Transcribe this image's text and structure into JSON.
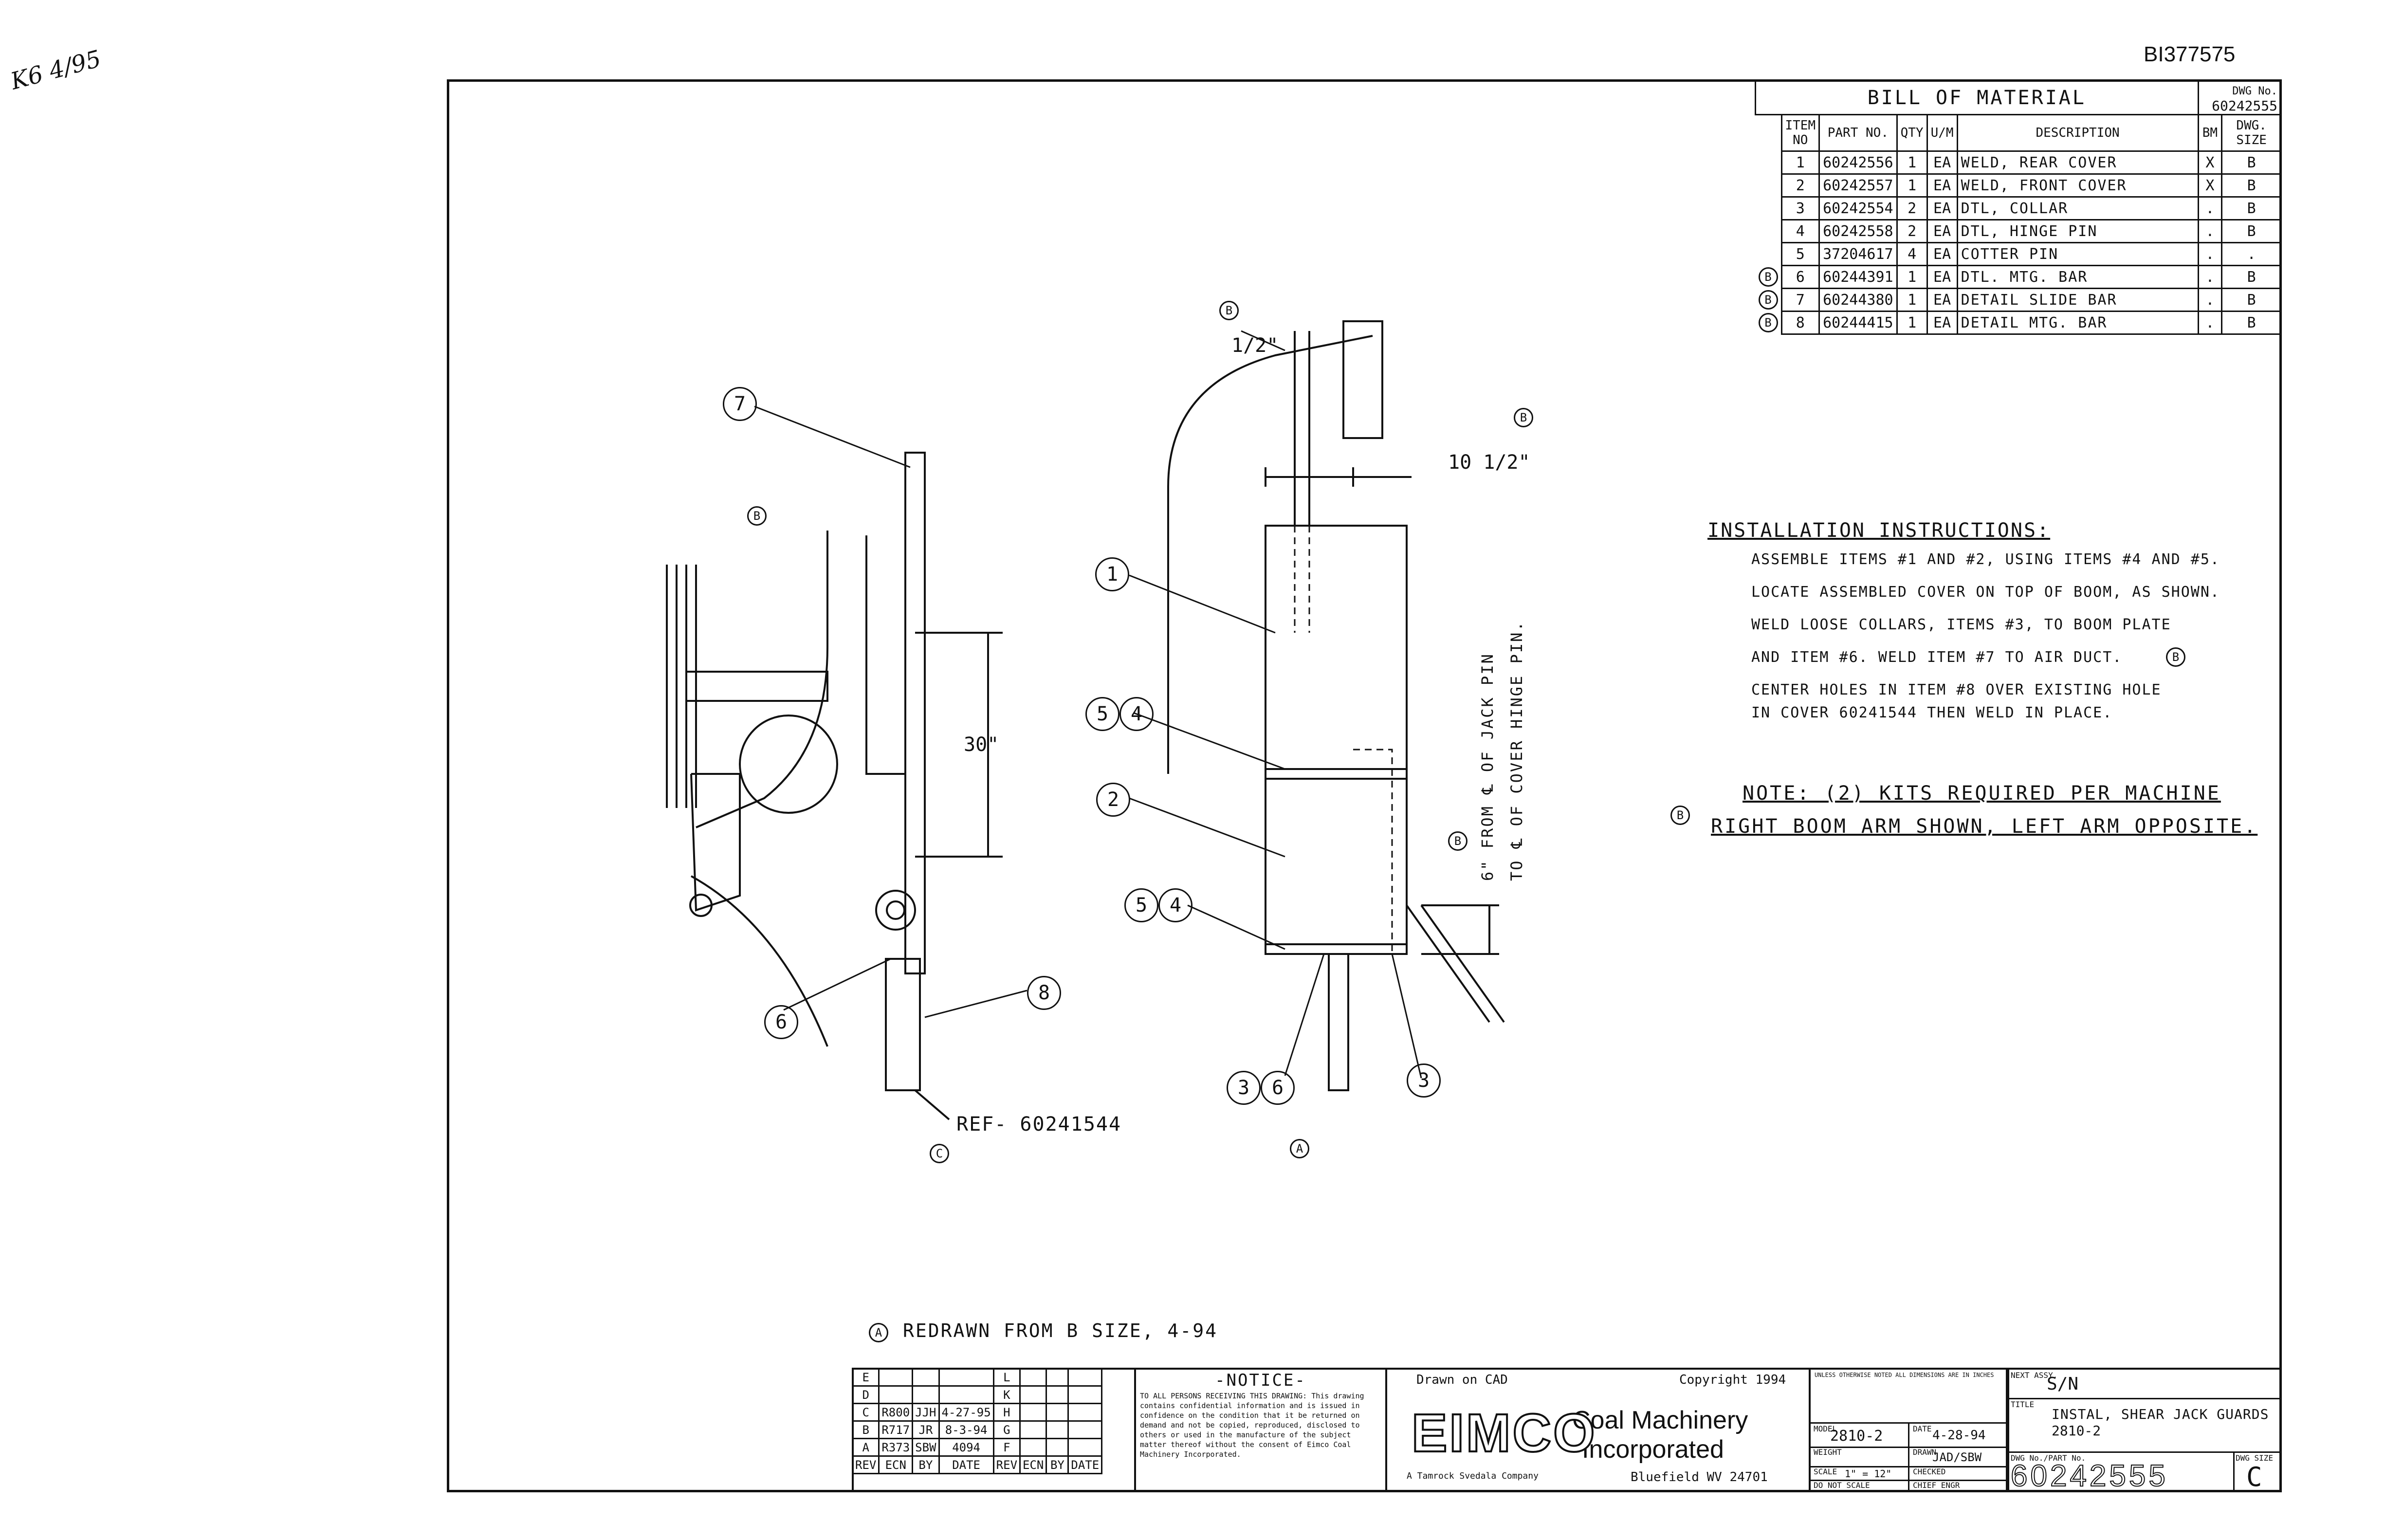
{
  "document_number": "BI377575",
  "handwritten_note": "K6 4/95",
  "bom": {
    "title": "BILL OF MATERIAL",
    "dwg_label": "DWG No.",
    "dwg_number": "60242555",
    "headers": [
      "ITEM NO",
      "PART NO.",
      "QTY",
      "U/M",
      "DESCRIPTION",
      "BM",
      "DWG. SIZE"
    ],
    "rows": [
      {
        "rev": "",
        "item": "1",
        "part": "60242556",
        "qty": "1",
        "um": "EA",
        "desc": "WELD, REAR COVER",
        "bm": "X",
        "size": "B"
      },
      {
        "rev": "",
        "item": "2",
        "part": "60242557",
        "qty": "1",
        "um": "EA",
        "desc": "WELD, FRONT COVER",
        "bm": "X",
        "size": "B"
      },
      {
        "rev": "",
        "item": "3",
        "part": "60242554",
        "qty": "2",
        "um": "EA",
        "desc": "DTL, COLLAR",
        "bm": ".",
        "size": "B"
      },
      {
        "rev": "",
        "item": "4",
        "part": "60242558",
        "qty": "2",
        "um": "EA",
        "desc": "DTL, HINGE PIN",
        "bm": ".",
        "size": "B"
      },
      {
        "rev": "",
        "item": "5",
        "part": "37204617",
        "qty": "4",
        "um": "EA",
        "desc": "COTTER PIN",
        "bm": ".",
        "size": "."
      },
      {
        "rev": "B",
        "item": "6",
        "part": "60244391",
        "qty": "1",
        "um": "EA",
        "desc": "DTL. MTG. BAR",
        "bm": ".",
        "size": "B"
      },
      {
        "rev": "B",
        "item": "7",
        "part": "60244380",
        "qty": "1",
        "um": "EA",
        "desc": "DETAIL SLIDE BAR",
        "bm": ".",
        "size": "B"
      },
      {
        "rev": "B",
        "item": "8",
        "part": "60244415",
        "qty": "1",
        "um": "EA",
        "desc": "DETAIL MTG. BAR",
        "bm": ".",
        "size": "B"
      }
    ]
  },
  "instructions": {
    "title": "INSTALLATION INSTRUCTIONS:",
    "lines": [
      "ASSEMBLE ITEMS #1 AND #2, USING ITEMS #4 AND #5.",
      "LOCATE ASSEMBLED COVER ON TOP OF BOOM, AS SHOWN.",
      "WELD LOOSE COLLARS, ITEMS #3, TO BOOM PLATE",
      "AND ITEM #6. WELD ITEM #7 TO AIR DUCT.",
      "CENTER HOLES IN ITEM #8 OVER EXISTING HOLE",
      "IN COVER 60241544 THEN WELD IN PLACE."
    ],
    "rev_flag": "B"
  },
  "note": {
    "line1": "NOTE: (2) KITS REQUIRED PER MACHINE",
    "line2": "RIGHT BOOM ARM SHOWN, LEFT ARM OPPOSITE.",
    "rev_flag": "B"
  },
  "drawing_labels": {
    "dim_half": "1/2\"",
    "dim_ten_half": "10 1/2\"",
    "dim_thirty": "30\"",
    "dim_jack_pin": "6\" FROM ℄ OF JACK PIN",
    "dim_hinge_pin": "TO ℄ OF COVER HINGE PIN.",
    "ref_label": "REF- 60241544",
    "callouts": [
      "1",
      "2",
      "3",
      "4",
      "5",
      "6",
      "7",
      "8"
    ],
    "rev_marks": [
      "A",
      "B",
      "C"
    ]
  },
  "redrawn_note": {
    "flag": "A",
    "text": "REDRAWN FROM B SIZE, 4-94"
  },
  "revision_block": {
    "rows": [
      {
        "rev": "E",
        "ecn": "",
        "by": "",
        "date": "",
        "rev2": "L"
      },
      {
        "rev": "D",
        "ecn": "",
        "by": "",
        "date": "",
        "rev2": "K"
      },
      {
        "rev": "C",
        "ecn": "R800",
        "by": "JJH",
        "date": "4-27-95",
        "rev2": "H"
      },
      {
        "rev": "B",
        "ecn": "R717",
        "by": "JR",
        "date": "8-3-94",
        "rev2": "G"
      },
      {
        "rev": "A",
        "ecn": "R373",
        "by": "SBW",
        "date": "4094",
        "rev2": "F"
      }
    ],
    "headers": [
      "REV",
      "ECN",
      "BY",
      "DATE",
      "REV",
      "ECN",
      "BY",
      "DATE"
    ]
  },
  "notice": {
    "title": "-NOTICE-",
    "body": "TO ALL PERSONS RECEIVING THIS DRAWING: This drawing contains confidential information and is issued in confidence on the condition that it be returned on demand and not be copied, reproduced, disclosed to others or used in the manufacture of the subject matter thereof without the consent of Eimco Coal Machinery Incorporated."
  },
  "company": {
    "drawn_on": "Drawn on CAD",
    "copyright": "Copyright 1994",
    "logo": "EIMCO",
    "name_line1": "Coal Machinery",
    "name_line2": "Incorporated",
    "parent": "A Tamrock Svedala Company",
    "location": "Bluefield WV 24701"
  },
  "meta": {
    "tolerances": "UNLESS OTHERWISE NOTED ALL DIMENSIONS ARE IN INCHES",
    "model_label": "MODEL",
    "model": "2810-2",
    "date_label": "DATE",
    "date": "4-28-94",
    "drawn_label": "DRAWN",
    "drawn": "JAD/SBW",
    "weight_label": "WEIGHT",
    "scale_label": "SCALE",
    "scale": "1\" = 12\"",
    "checked_label": "CHECKED",
    "do_not_scale": "DO NOT SCALE",
    "chief_label": "CHIEF ENGR"
  },
  "title_block": {
    "next_assy_label": "NEXT ASSY.",
    "next_assy": "S/N",
    "title_label": "TITLE",
    "title_line1": "INSTAL, SHEAR JACK GUARDS",
    "title_line2": "2810-2",
    "dwg_no_label": "DWG No./PART No.",
    "dwg_no": "60242555",
    "size_label": "DWG SIZE",
    "size": "C"
  }
}
